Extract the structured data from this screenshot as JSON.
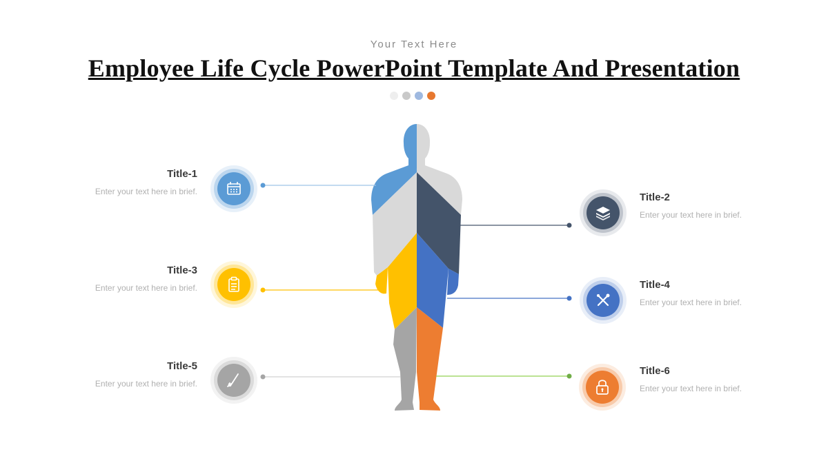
{
  "header": {
    "subtitle": "Your Text Here",
    "title": "Employee Life Cycle PowerPoint Template And Presentation"
  },
  "dot_colors": [
    "#eeeeee",
    "#c9c9c9",
    "#9fb9e0",
    "#e7782f"
  ],
  "items": [
    {
      "title": "Title-1",
      "text": "Enter your text here in brief.",
      "color": "#5b9bd5",
      "icon": "calendar-icon"
    },
    {
      "title": "Title-2",
      "text": "Enter your text here in brief.",
      "color": "#44546a",
      "icon": "layers-icon"
    },
    {
      "title": "Title-3",
      "text": "Enter your text here in brief.",
      "color": "#ffc000",
      "icon": "clipboard-icon"
    },
    {
      "title": "Title-4",
      "text": "Enter your text here in brief.",
      "color": "#4472c4",
      "icon": "tools-icon"
    },
    {
      "title": "Title-5",
      "text": "Enter your text here in brief.",
      "color": "#a5a5a5",
      "icon": "pen-icon"
    },
    {
      "title": "Title-6",
      "text": "Enter your text here in brief.",
      "color": "#ed7d31",
      "icon": "lock-icon"
    }
  ],
  "connector_colors": {
    "title-1": "#9dc3e6",
    "title-2": "#44546a",
    "title-3": "#ffc000",
    "title-4": "#4472c4",
    "title-5": "#bfbfbf",
    "title-6": "#92d050"
  }
}
